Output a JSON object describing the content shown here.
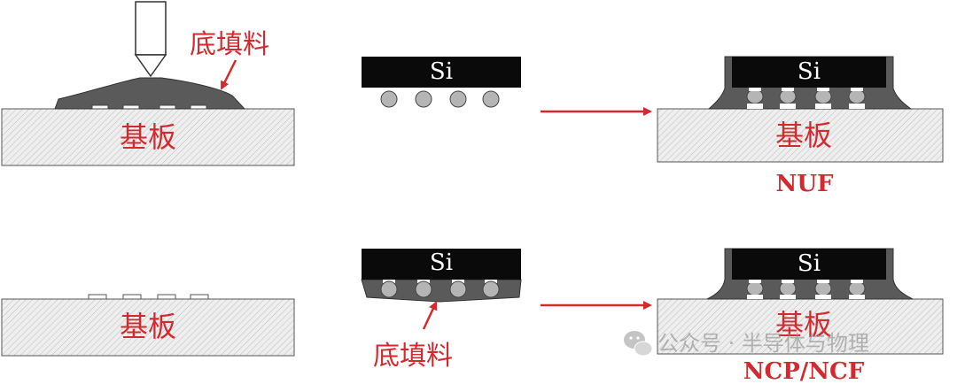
{
  "labels": {
    "substrate": "基板",
    "underfill": "底填料",
    "si": "Si",
    "nuf": "NUF",
    "ncp_ncf": "NCP/NCF"
  },
  "watermark": {
    "icon": "wechat-icon",
    "text": "公众号 · 半导体与物理"
  },
  "colors": {
    "label_red": "#d32a2f",
    "die_black": "#0a0a0a",
    "underfill_gray": "#5a5a5a",
    "bump_gray": "#b5b5b5",
    "substrate_fill": "#eeeeee",
    "hatch_line": "#bdbdbd",
    "outline": "#555555"
  }
}
